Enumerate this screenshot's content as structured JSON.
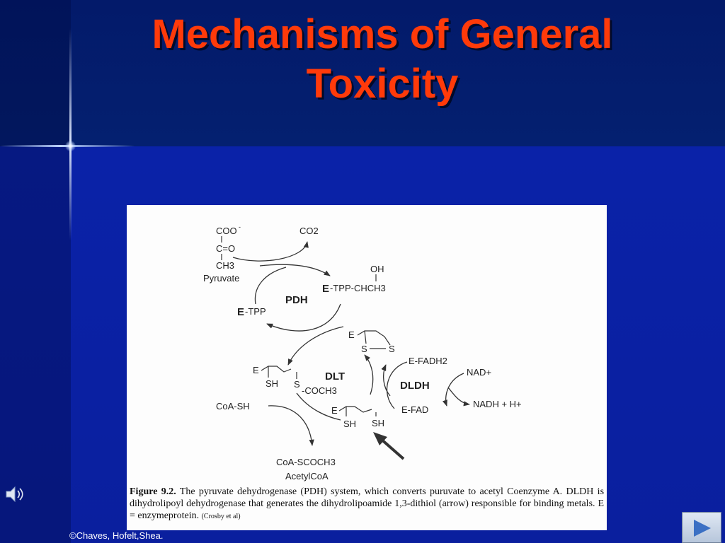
{
  "slide": {
    "title_line1": "Mechanisms of General",
    "title_line2": "Toxicity",
    "copyright": "©Chaves, Hofelt,Shea.",
    "colors": {
      "title": "#ff3a0a",
      "background": "#0a1f9e",
      "header": "#031a6a"
    },
    "icons": {
      "speaker": "speaker-icon",
      "next": "play-arrow-icon"
    }
  },
  "diagram": {
    "pyruvate_coo": "COO",
    "pyruvate_coo_sup": "-",
    "pyruvate_co": "C=O",
    "pyruvate_ch3": "CH3",
    "pyruvate_label": "Pyruvate",
    "co2": "CO2",
    "pdh": "PDH",
    "e_tpp_left_e": "E",
    "e_tpp_left_rest": "-TPP",
    "oh": "OH",
    "e_tpp_right_e": "E",
    "e_tpp_right_rest": "-TPP-CHCH3",
    "dithiolane_e": "E",
    "dithiolane_s1": "S",
    "dithiolane_s2": "S",
    "dlt": "DLT",
    "acyl_e": "E",
    "acyl_sh": "SH",
    "acyl_s": "S",
    "acyl_coch3": "-COCH3",
    "coa_sh": "CoA-SH",
    "dithiol_e": "E",
    "dithiol_sh1": "SH",
    "dithiol_sh2": "SH",
    "coa_scoch3": "CoA-SCOCH3",
    "acetylcoa": "AcetylCoA",
    "e_fadh2": "E-FADH2",
    "nad": "NAD+",
    "dldh": "DLDH",
    "e_fad": "E-FAD",
    "nadh": "NADH + H+"
  },
  "caption": {
    "figure_label": "Figure 9.2.",
    "text": "The pyruvate dehydrogenase (PDH) system, which converts puruvate to acetyl Coenzyme A. DLDH is dihydrolipoyl dehydrogenase that generates the dihydrolipoamide 1,3-dithiol (arrow) responsible for binding metals. E = enzymeprotein.",
    "credit": "(Crosby et al)"
  }
}
